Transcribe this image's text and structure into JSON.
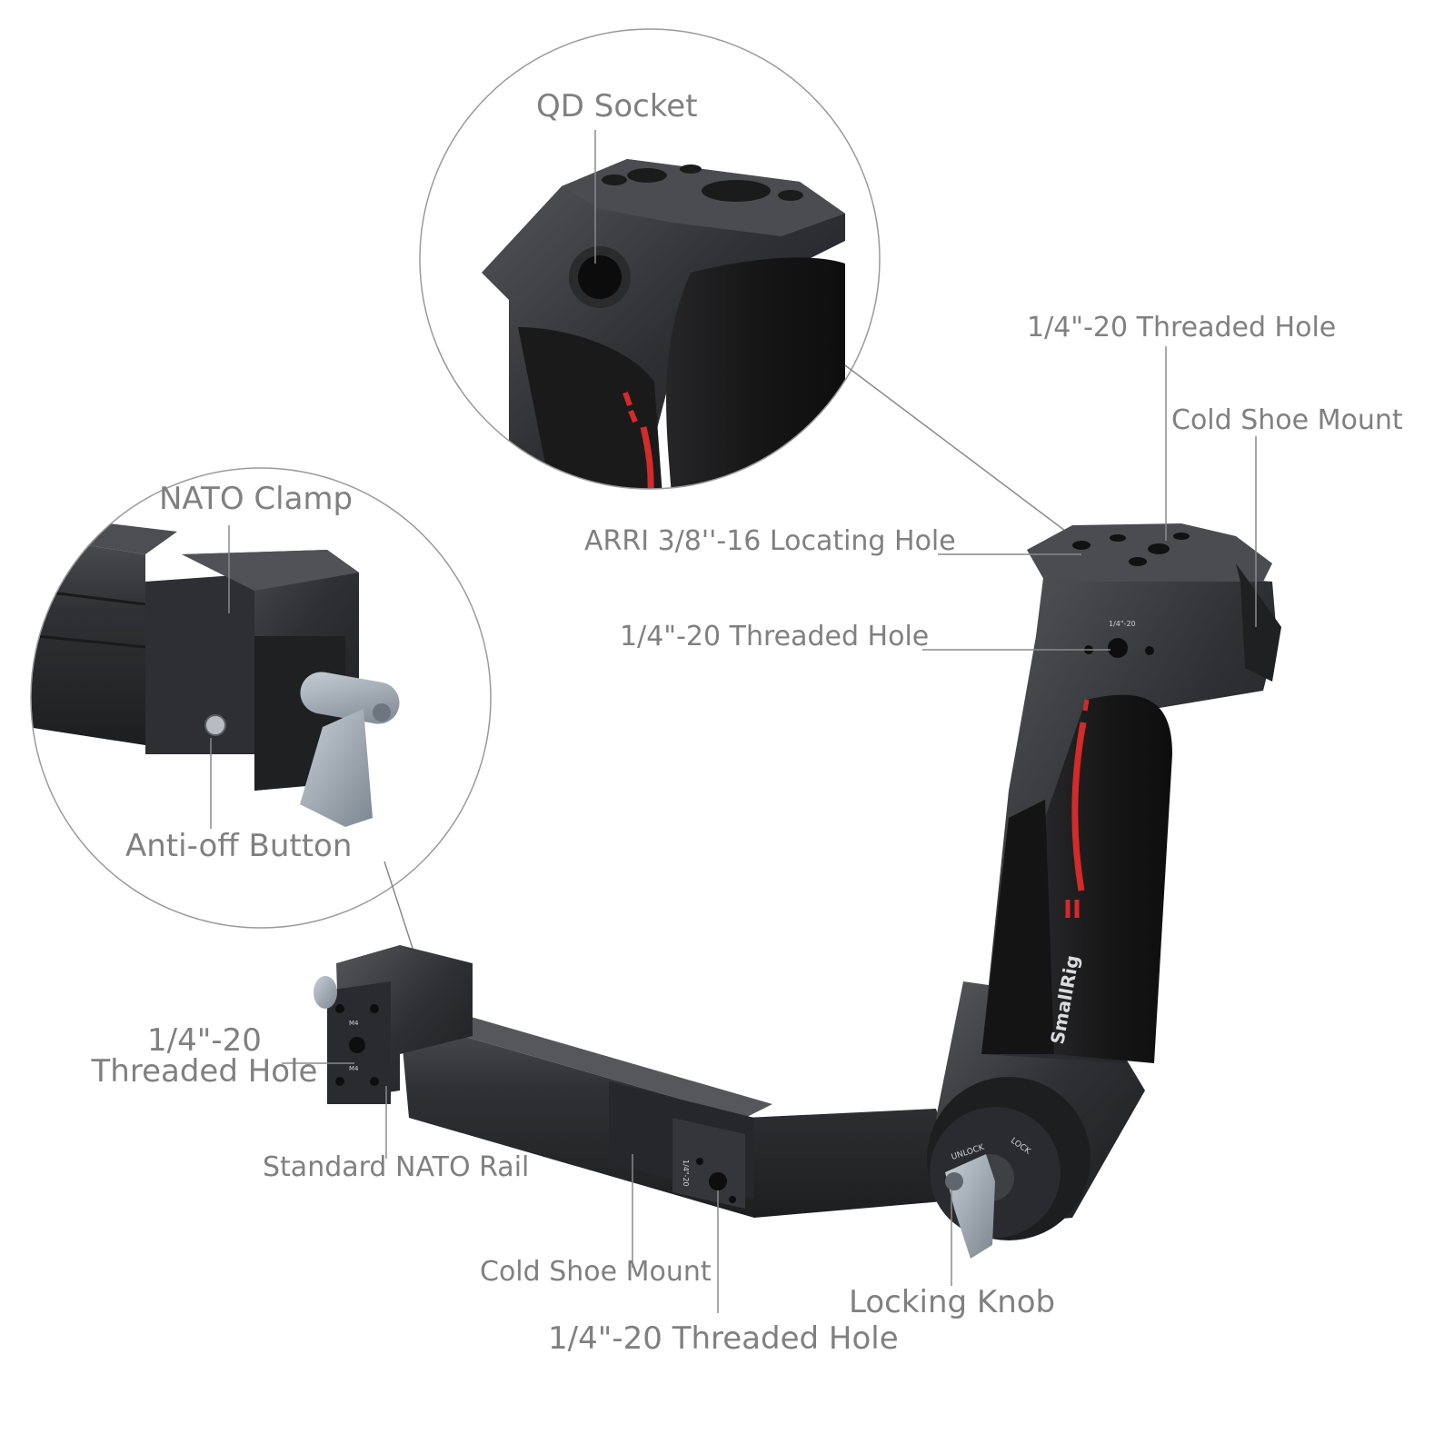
{
  "brand": "SmallRig",
  "labels": {
    "qd_socket": "QD Socket",
    "nato_clamp": "NATO Clamp",
    "anti_off_button": "Anti-off Button",
    "top_threaded_hole": "1/4\"-20 Threaded Hole",
    "grip_cold_shoe_mount": "Cold Shoe Mount",
    "arri_locating_hole": "ARRI 3/8''-16 Locating Hole",
    "grip_threaded_hole": "1/4\"-20 Threaded Hole",
    "rail_threaded_hole_line1": "1/4\"-20",
    "rail_threaded_hole_line2": "Threaded Hole",
    "standard_nato_rail": "Standard NATO Rail",
    "arm_cold_shoe_mount": "Cold Shoe Mount",
    "bottom_threaded_hole": "1/4\"-20 Threaded Hole",
    "locking_knob": "Locking Knob"
  },
  "engravings": {
    "grip_hole_marking": "1/4\"-20",
    "arm_hole_marking": "1/4\"-20",
    "unlock": "UNLOCK",
    "lock": "LOCK",
    "m4_a": "M4",
    "m4_b": "M4"
  },
  "colors": {
    "label_text": "#808080",
    "leader_line": "#8a8a8a",
    "circle_outline": "#9a9a9a",
    "metal_dark": "#2b2c2e",
    "metal_mid": "#3a3b3e",
    "rubber_grip": "#1a1a1b",
    "accent_red": "#d32a2a",
    "knob_silver": "#9aa3ad"
  }
}
